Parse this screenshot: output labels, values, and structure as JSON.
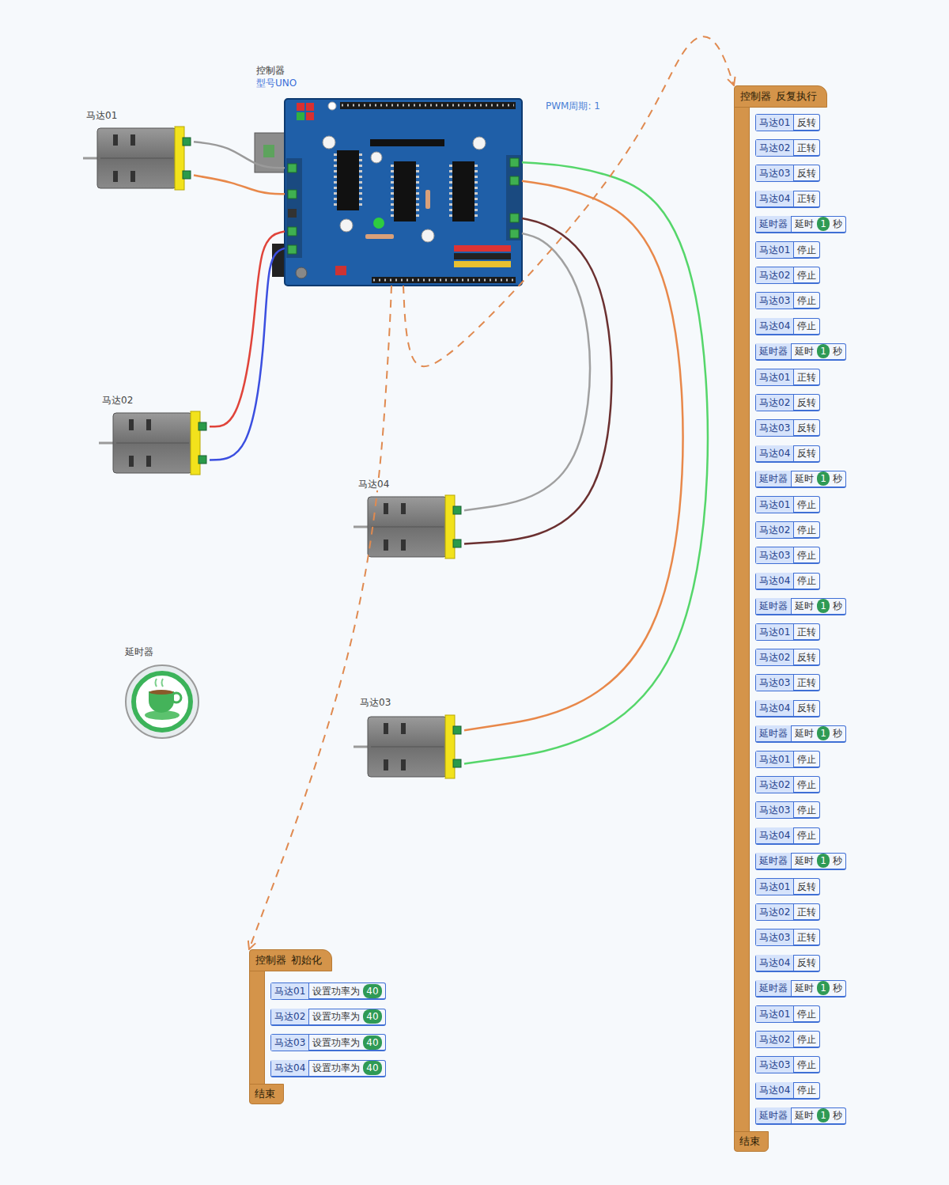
{
  "diagram": {
    "nodes": [
      {
        "text": [
          "控制器",
          "型号UNO"
        ]
      },
      {
        "text": [
          "马达01"
        ]
      },
      {
        "text": [
          "马达02"
        ]
      },
      {
        "text": [
          "马达04"
        ]
      },
      {
        "text": [
          "马达03"
        ]
      },
      {
        "text": [
          "延时器"
        ]
      },
      {
        "text": [
          "控制器",
          "反复执行",
          "结束"
        ]
      },
      {
        "text": [
          "马达01",
          "反转"
        ],
        "in": 6
      },
      {
        "text": [
          "马达02",
          "正转"
        ],
        "in": 6
      },
      {
        "text": [
          "马达03",
          "反转"
        ],
        "in": 6
      },
      {
        "text": [
          "马达04",
          "正转"
        ],
        "in": 6
      },
      {
        "text": [
          "延时器",
          "延时",
          "1",
          "秒"
        ],
        "in": 6
      },
      {
        "text": [
          "马达01",
          "停止"
        ],
        "in": 6
      },
      {
        "text": [
          "马达02",
          "停止"
        ],
        "in": 6
      },
      {
        "text": [
          "马达03",
          "停止"
        ],
        "in": 6
      },
      {
        "text": [
          "马达04",
          "停止"
        ],
        "in": 6
      },
      {
        "text": [
          "延时器",
          "延时",
          "1",
          "秒"
        ],
        "in": 6
      },
      {
        "text": [
          "马达01",
          "正转"
        ],
        "in": 6
      },
      {
        "text": [
          "马达02",
          "反转"
        ],
        "in": 6
      },
      {
        "text": [
          "马达03",
          "反转"
        ],
        "in": 6
      },
      {
        "text": [
          "马达04",
          "反转"
        ],
        "in": 6
      },
      {
        "text": [
          "延时器",
          "延时",
          "1",
          "秒"
        ],
        "in": 6
      },
      {
        "text": [
          "马达01",
          "停止"
        ],
        "in": 6
      },
      {
        "text": [
          "马达02",
          "停止"
        ],
        "in": 6
      },
      {
        "text": [
          "马达03",
          "停止"
        ],
        "in": 6
      },
      {
        "text": [
          "马达04",
          "停止"
        ],
        "in": 6
      },
      {
        "text": [
          "延时器",
          "延时",
          "1",
          "秒"
        ],
        "in": 6
      },
      {
        "text": [
          "马达01",
          "正转"
        ],
        "in": 6
      },
      {
        "text": [
          "马达02",
          "反转"
        ],
        "in": 6
      },
      {
        "text": [
          "马达03",
          "正转"
        ],
        "in": 6
      },
      {
        "text": [
          "马达04",
          "反转"
        ],
        "in": 6
      },
      {
        "text": [
          "延时器",
          "延时",
          "1",
          "秒"
        ],
        "in": 6
      },
      {
        "text": [
          "马达01",
          "停止"
        ],
        "in": 6
      },
      {
        "text": [
          "马达02",
          "停止"
        ],
        "in": 6
      },
      {
        "text": [
          "马达03",
          "停止"
        ],
        "in": 6
      },
      {
        "text": [
          "马达04",
          "停止"
        ],
        "in": 6
      },
      {
        "text": [
          "延时器",
          "延时",
          "1",
          "秒"
        ],
        "in": 6
      },
      {
        "text": [
          "马达01",
          "反转"
        ],
        "in": 6
      },
      {
        "text": [
          "马达02",
          "正转"
        ],
        "in": 6
      },
      {
        "text": [
          "马达03",
          "正转"
        ],
        "in": 6
      },
      {
        "text": [
          "马达04",
          "反转"
        ],
        "in": 6
      },
      {
        "text": [
          "延时器",
          "延时",
          "1",
          "秒"
        ],
        "in": 6
      },
      {
        "text": [
          "马达01",
          "停止"
        ],
        "in": 6
      },
      {
        "text": [
          "马达02",
          "停止"
        ],
        "in": 6
      },
      {
        "text": [
          "马达03",
          "停止"
        ],
        "in": 6
      },
      {
        "text": [
          "马达04",
          "停止"
        ],
        "in": 6
      },
      {
        "text": [
          "延时器",
          "延时",
          "1",
          "秒"
        ],
        "in": 6
      },
      {
        "text": [
          "控制器",
          "初始化",
          "结束"
        ]
      },
      {
        "text": [
          "马达01",
          "设置功率为",
          "40"
        ],
        "in": 47
      },
      {
        "text": [
          "马达02",
          "设置功率为",
          "40"
        ],
        "in": 47
      },
      {
        "text": [
          "马达03",
          "设置功率为",
          "40"
        ],
        "in": 47
      },
      {
        "text": [
          "马达04",
          "设置功率为",
          "40"
        ],
        "in": 47
      }
    ],
    "edges": [
      {
        "from": 1,
        "to": 0,
        "arrow": "none"
      },
      {
        "from": 1,
        "to": 0,
        "arrow": "none"
      },
      {
        "from": 2,
        "to": 0,
        "arrow": "none"
      },
      {
        "from": 2,
        "to": 0,
        "arrow": "none"
      },
      {
        "from": 3,
        "to": 0,
        "arrow": "none"
      },
      {
        "from": 3,
        "to": 0,
        "arrow": "none"
      },
      {
        "from": 4,
        "to": 0,
        "arrow": "none"
      },
      {
        "from": 4,
        "to": 0,
        "arrow": "none"
      },
      {
        "from": 0,
        "to": 6,
        "arrow": "to"
      },
      {
        "from": 0,
        "to": 47,
        "arrow": "to"
      }
    ],
    "labels": [
      "PWM周期: 1"
    ]
  }
}
